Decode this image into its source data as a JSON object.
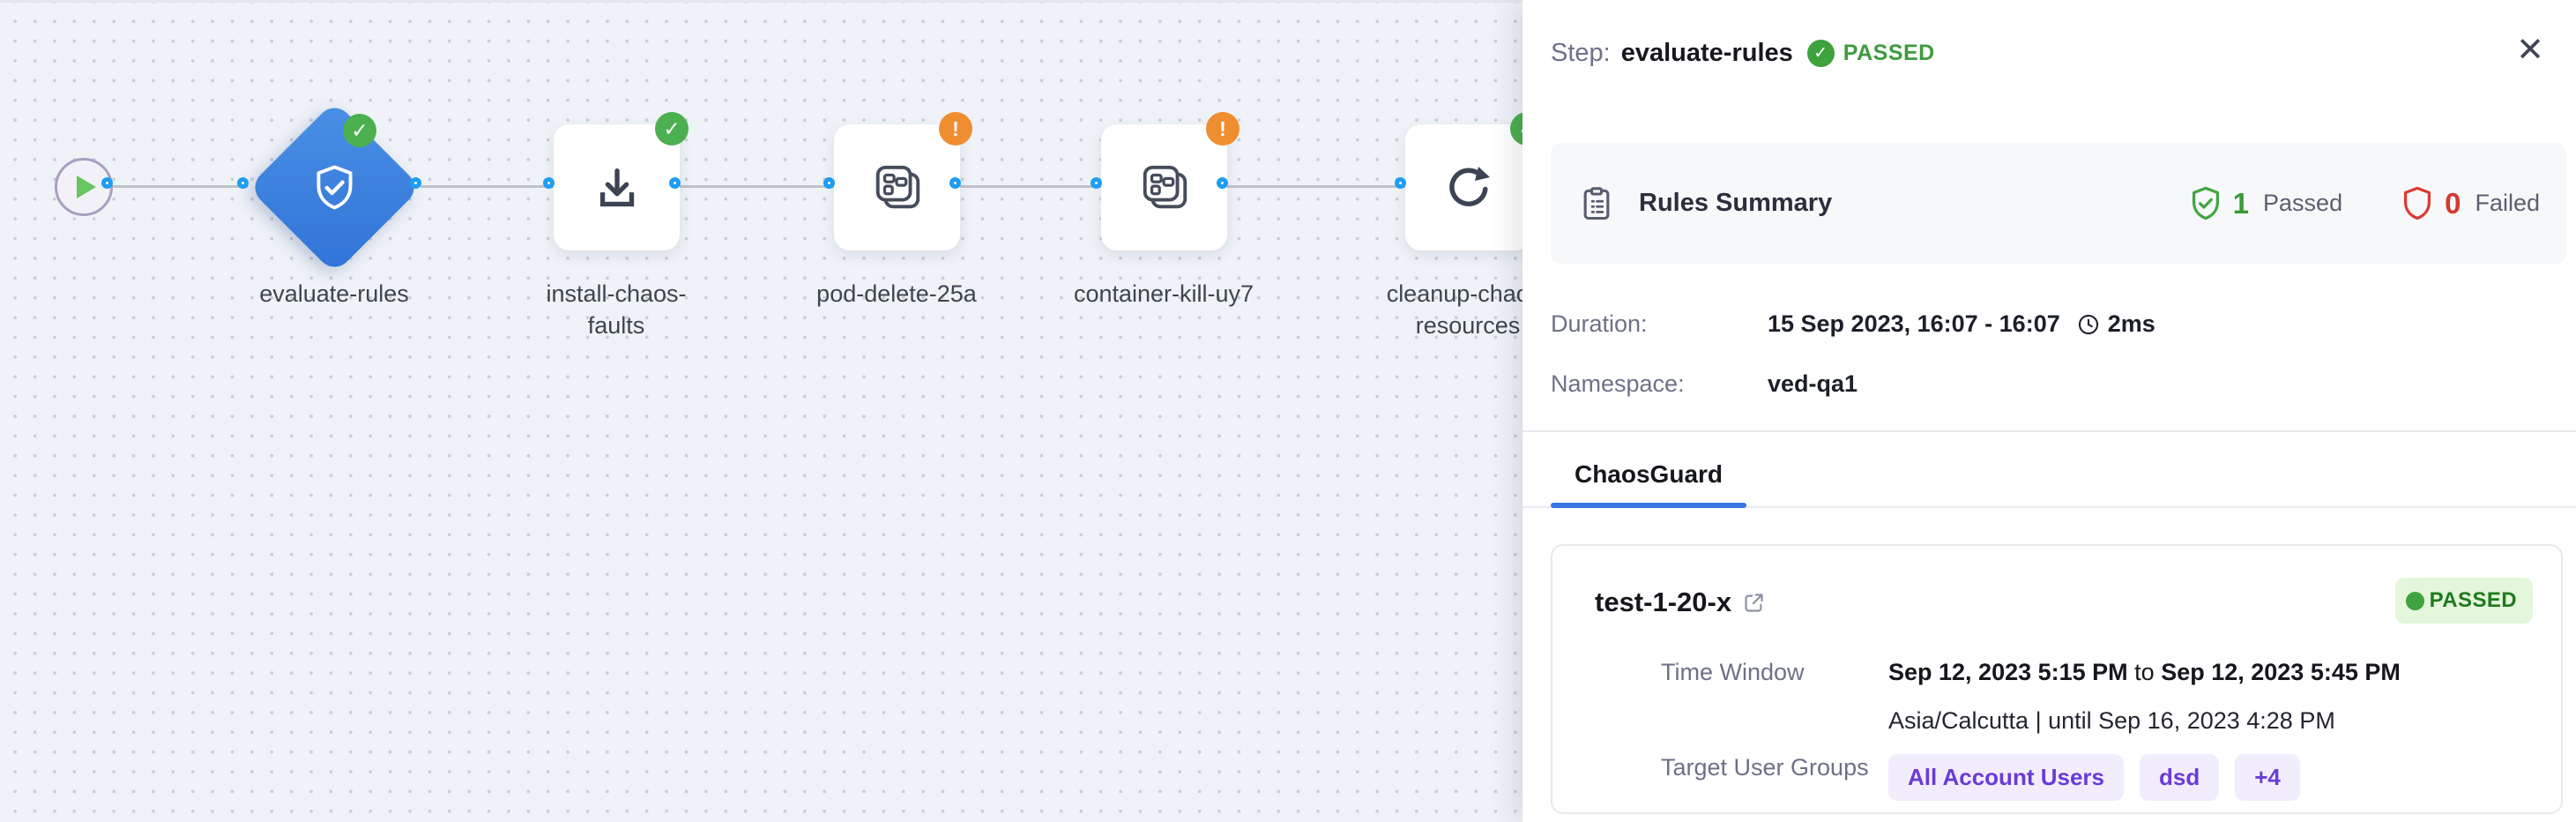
{
  "canvas": {
    "badges": {
      "success_glyph": "✓",
      "warning_glyph": "!"
    },
    "nodes": [
      {
        "name": "start"
      },
      {
        "name": "evaluate-rules",
        "label": "evaluate-rules",
        "status": "passed",
        "icon": "shield-check-icon"
      },
      {
        "name": "install-chaos-faults",
        "label_line1": "install-chaos-",
        "label_line2": "faults",
        "status": "passed",
        "icon": "download-icon"
      },
      {
        "name": "pod-delete-25a",
        "label": "pod-delete-25a",
        "status": "warning",
        "icon": "chaos-fault-icon"
      },
      {
        "name": "container-kill-uy7",
        "label": "container-kill-uy7",
        "status": "warning",
        "icon": "chaos-fault-icon"
      },
      {
        "name": "cleanup-chaos-resources",
        "label_line1": "cleanup-chaos-",
        "label_line2": "resources",
        "status": "passed",
        "icon": "retry-icon"
      }
    ]
  },
  "panel": {
    "header": {
      "step_label": "Step:",
      "step_name": "evaluate-rules",
      "status": "PASSED",
      "close_glyph": "✕"
    },
    "rules_summary": {
      "title": "Rules Summary",
      "passed_count": "1",
      "passed_label": "Passed",
      "failed_count": "0",
      "failed_label": "Failed"
    },
    "meta": {
      "duration_label": "Duration:",
      "duration_value": "15 Sep 2023, 16:07 - 16:07",
      "duration_time": "2ms",
      "namespace_label": "Namespace:",
      "namespace_value": "ved-qa1"
    },
    "tabs": {
      "active": "ChaosGuard"
    },
    "card": {
      "title": "test-1-20-x",
      "status": "PASSED",
      "time_window_label": "Time Window",
      "time_start": "Sep 12, 2023 5:15 PM",
      "time_to": " to ",
      "time_end": "Sep 12, 2023 5:45 PM",
      "timezone_line": "Asia/Calcutta | until Sep 16, 2023 4:28 PM",
      "target_label": "Target User Groups",
      "groups": [
        "All Account Users",
        "dsd",
        "+4"
      ]
    }
  },
  "colors": {
    "accent_blue": "#3b82dd",
    "connector_blue": "#1e9df2",
    "success_green": "#4caf50",
    "warning_orange": "#ef8d31",
    "failed_red": "#d93a32",
    "tab_blue": "#3577e2",
    "group_purple": "#6a3bd8"
  }
}
